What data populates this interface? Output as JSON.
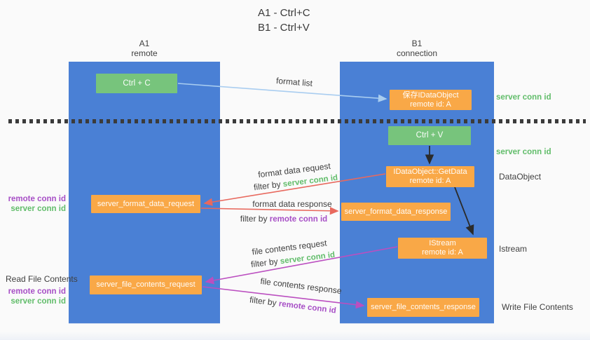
{
  "title": {
    "line1": "A1 - Ctrl+C",
    "line2": "B1 - Ctrl+V"
  },
  "columns": {
    "a1": {
      "name": "A1",
      "subtitle": "remote"
    },
    "b1": {
      "name": "B1",
      "subtitle": "connection"
    }
  },
  "nodes": {
    "ctrl_c": "Ctrl + C",
    "ctrl_v": "Ctrl + V",
    "save_idataobject": {
      "line1": "保存IDataObject",
      "line2": "remote id: A"
    },
    "getdata": {
      "line1": "IDataObject::GetData",
      "line2": "remote id: A"
    },
    "istream": {
      "line1": "IStream",
      "line2": "remote id: A"
    },
    "format_request": "server_format_data_request",
    "format_response": "server_format_data_response",
    "file_request": "server_file_contents_request",
    "file_response": "server_file_contents_response"
  },
  "labels": {
    "format_list": "format list",
    "format_data_request": "format data request",
    "format_data_response": "format data response",
    "file_contents_request": "file contents request",
    "file_contents_response": "file contents response",
    "filter_by": "filter by ",
    "server_conn_id": "server conn id",
    "remote_conn_id": "remote conn id"
  },
  "side_labels": {
    "server_conn_id_top": "server conn id",
    "server_conn_id_mid": "server conn id",
    "dataobject": "DataObject",
    "istream": "Istream",
    "write_file_contents": "Write File Contents",
    "read_file_contents": "Read File Contents",
    "remote_conn_id": "remote conn id",
    "server_conn_id": "server conn id"
  },
  "colors": {
    "column_blue": "#4a80d5",
    "node_green": "#77c47c",
    "node_orange": "#f9a847",
    "arrow_blue": "#a9cdf0",
    "arrow_red": "#e8695e",
    "arrow_magenta": "#bb4fc0",
    "arrow_black": "#2b2b2b",
    "text_green": "#62bd6b",
    "text_purple": "#a74fc6",
    "text_dark": "#3c3c3c"
  }
}
